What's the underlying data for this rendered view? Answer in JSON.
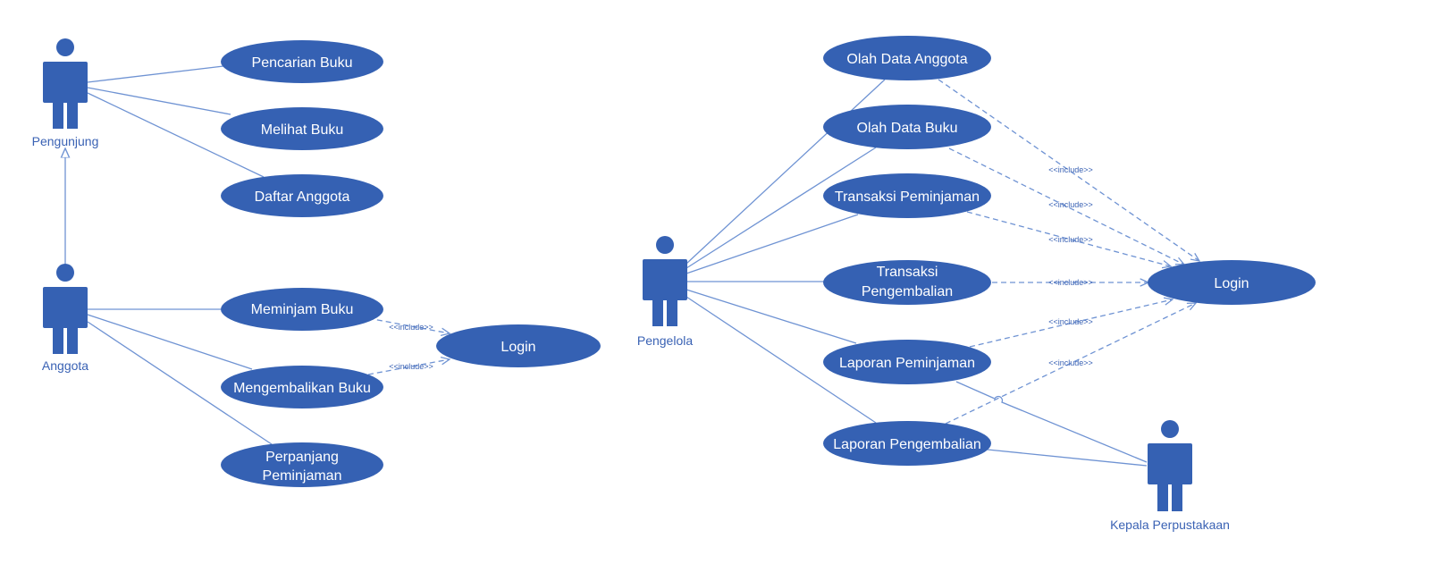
{
  "colors": {
    "shape": "#3561b3",
    "line": "#6f93d3",
    "label": "#3a62b4",
    "text": "#ffffff"
  },
  "actors": {
    "pengunjung": "Pengunjung",
    "anggota": "Anggota",
    "pengelola": "Pengelola",
    "kepala": "Kepala Perpustakaan"
  },
  "use_cases": {
    "pencarian_buku": "Pencarian Buku",
    "melihat_buku": "Melihat Buku",
    "daftar_anggota": "Daftar Anggota",
    "meminjam_buku": "Meminjam Buku",
    "mengembalikan_buku": "Mengembalikan Buku",
    "perpanjang_1": "Perpanjang",
    "perpanjang_2": "Peminjaman",
    "login_left": "Login",
    "olah_data_anggota": "Olah Data Anggota",
    "olah_data_buku": "Olah Data Buku",
    "transaksi_peminjaman": "Transaksi Peminjaman",
    "transaksi_pengembalian_1": "Transaksi",
    "transaksi_pengembalian_2": "Pengembalian",
    "laporan_peminjaman": "Laporan Peminjaman",
    "laporan_pengembalian": "Laporan Pengembalian",
    "login_right": "Login"
  },
  "include_label": "<<include>>"
}
